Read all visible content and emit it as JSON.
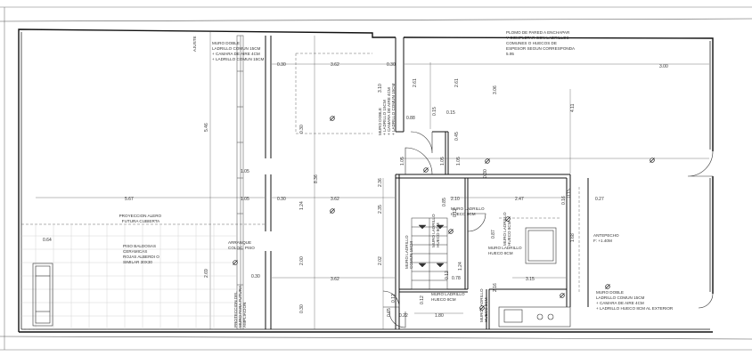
{
  "notes": {
    "muro_doble_top": [
      "MURO DOBLE",
      "LADRILLO COMUN 15CM",
      "+ CAMARA DE AIRE 4CM",
      "+ LADRILLO COMUN 15CM"
    ],
    "ajuste": "AJUSTE",
    "plomo": [
      "PLOMO DE PARED A ENCHAPAR",
      "Y COMPLETAR CON LADRILLOS",
      "COMUNES O HUECOS DE",
      "ESPESOR SEGUN CORRESPONDA",
      "5.95"
    ],
    "muro_doble_mid": [
      "MURO DOBLE",
      "+ LADRILLO 15CM",
      "+ CAMARA DE AIRE 4CM",
      "+ LADRILLO COMUN 15CM"
    ],
    "proyeccion": [
      "PROYECCION ALERO",
      "FUTURA CUBIERTA"
    ],
    "piso": [
      "PISO BALDOSAS",
      "CERAMICAS",
      "ROJAS ALBERDI O",
      "SIMILAR 30X30"
    ],
    "arranque": [
      "ARRANQUE",
      "COLOC. PISO"
    ],
    "proteccion": [
      "PROTECCION DEL",
      "MURO PARA FUTURA",
      "AMPLIACION"
    ],
    "muro_lad_8_top": [
      "MURO LADRILLO",
      "HUECO 8CM"
    ],
    "muro_lad_com_15": [
      "MURO LADRILLO",
      "COMUN 15CM"
    ],
    "muro_lad_8_a": [
      "MURO LADRILLO",
      "HUECO 8CM"
    ],
    "muro_lad_8_b": [
      "MURO LADRILLO",
      "HUECO 8CM"
    ],
    "muro_lad_8_c": [
      "MURO LADRILLO",
      "HUECO 8CM"
    ],
    "muro_lad_8_bottom": [
      "MURO LADRILLO",
      "HUECO 8CM"
    ],
    "muro_lad_8_vert": [
      "MURO LADRILLO",
      "HUECO 8CM"
    ],
    "antepecho": [
      "ANTEPECHO",
      "F: +1.40M"
    ],
    "muro_doble_bottom": [
      "MURO DOBLE",
      "LADRILLO COMUN 15CM",
      "+ CAMARA DE AIRE 4CM",
      "+ LADRILLO HUECO 8CM AL EXTERIOR"
    ]
  },
  "dimensions": {
    "d_030_a": "0.30",
    "d_362_a": "3.62",
    "d_030_b": "0.30",
    "d_300": "3.00",
    "d_546": "5.46",
    "d_567": "5.67",
    "d_105_a": "1.05",
    "d_030_c": "0.30",
    "d_362_b": "3.62",
    "d_236": "2.36",
    "d_105_b": "1.05",
    "d_030_d": "0.30",
    "d_362_c": "3.62",
    "d_269": "2.69",
    "d_064": "0.64",
    "d_200": "2.00",
    "d_124_a": "1.24",
    "d_836": "8.36",
    "d_310": "3.10",
    "d_261_a": "2.61",
    "d_261_b": "2.61",
    "d_306": "3.06",
    "d_411": "4.11",
    "d_015_a": "0.15",
    "d_015_b": "0.15",
    "d_088": "0.88",
    "d_045": "0.45",
    "d_105_c": "1.05",
    "d_105_d": "1.05",
    "d_105_e": "1.05",
    "d_030_e": "0.30",
    "d_210": "2.10",
    "d_247": "2.47",
    "d_027": "0.27",
    "d_235": "2.35",
    "d_085": "0.85",
    "d_012_a": "0.12",
    "d_087": "0.87",
    "d_168": "1.68",
    "d_315": "3.15",
    "d_202": "2.02",
    "d_124_b": "1.24",
    "d_012_b": "0.12",
    "d_078": "0.78",
    "d_216": "2.16",
    "d_022": "0.22",
    "d_180": "1.80",
    "d_012_c": "0.12",
    "d_012_d": "0.12",
    "d_065": "0.65",
    "d_016": "0.16",
    "d_015_c": "0.15",
    "d_030_f": "0.30",
    "d_030_g": "0.30"
  }
}
